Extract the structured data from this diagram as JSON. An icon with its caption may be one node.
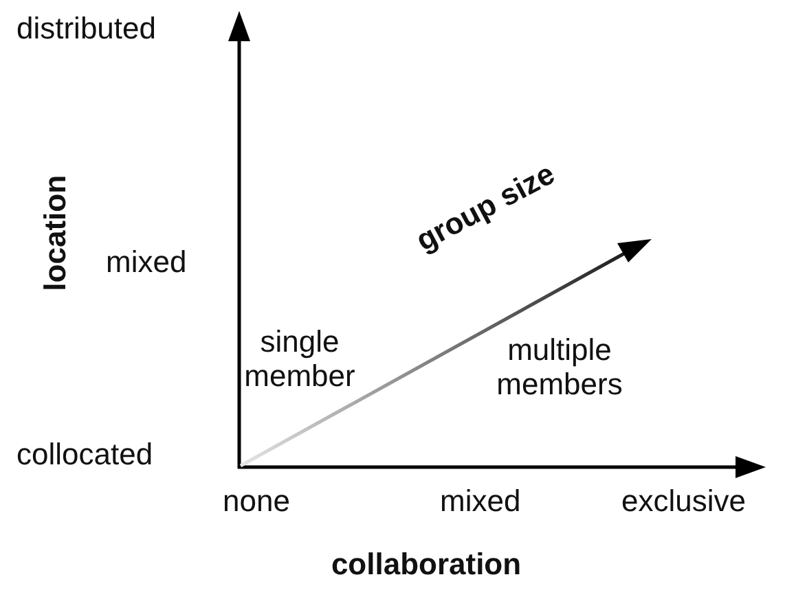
{
  "diagram": {
    "labels": [
      "distributed",
      "location",
      "mixed",
      "group size",
      "multiple members",
      "single member",
      "collocated",
      "none",
      "mixed",
      "exclusive",
      "collaboration"
    ]
  }
}
